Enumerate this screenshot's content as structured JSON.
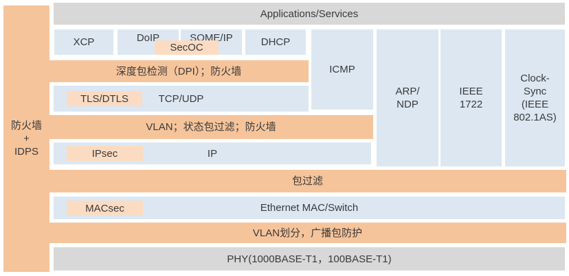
{
  "colors": {
    "band_orange": "#f6c49b",
    "overlay_peach": "#fbdcc3",
    "protocol_blue": "#dce7f2",
    "layer_gray": "#d8d8d8",
    "text": "#3a3a3a"
  },
  "firewall_sidebar": {
    "label": "防火墙\n+\nIDPS"
  },
  "application_layer": {
    "label": "Applications/Services"
  },
  "session_row": {
    "xcp": "XCP",
    "doip": "DoIP",
    "someip": "SOME/IP",
    "dhcp": "DHCP",
    "secoc_overlay": "SecOC"
  },
  "dpi_band": {
    "label": "深度包检测（DPI）；防火墙"
  },
  "transport_row": {
    "tls_overlay": "TLS/DTLS",
    "label": "TCP/UDP"
  },
  "vlan_filter_band": {
    "label": "VLAN；状态包过滤；防火墙"
  },
  "network_row": {
    "ipsec_overlay": "IPsec",
    "label": "IP"
  },
  "side_columns": {
    "icmp": "ICMP",
    "arp_ndp": "ARP/\nNDP",
    "ieee_1722": "IEEE\n1722",
    "clock_sync": "Clock-\nSync\n(IEEE\n802.1AS)"
  },
  "packet_filter_band": {
    "label": "包过滤"
  },
  "mac_row": {
    "macsec_overlay": "MACsec",
    "label": "Ethernet MAC/Switch"
  },
  "vlan_partition_band": {
    "label": "VLAN划分，广播包防护"
  },
  "phy_row": {
    "label": "PHY(1000BASE-T1，100BASE-T1)"
  }
}
